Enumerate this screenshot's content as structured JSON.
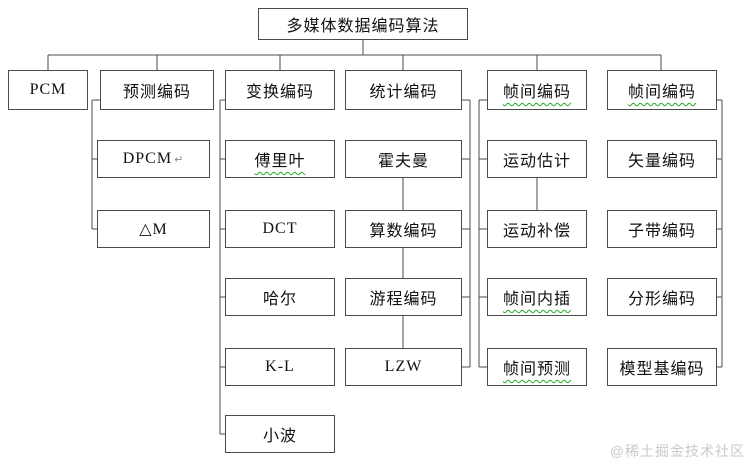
{
  "root": {
    "label": "多媒体数据编码算法"
  },
  "watermark": "@稀土掘金技术社区",
  "colors": {
    "line": "#4b4b4b",
    "box_border": "#4b4b4b",
    "spellcheck_underline": "#1faa1f",
    "watermark_text": "#c9c9c9",
    "text": "#111111",
    "background": "#ffffff"
  },
  "columns": [
    {
      "header": {
        "label": "PCM"
      },
      "children": []
    },
    {
      "header": {
        "label": "预测编码"
      },
      "children": [
        {
          "label": "DPCM",
          "mark": "↵"
        },
        {
          "label": "△M"
        }
      ]
    },
    {
      "header": {
        "label": "变换编码"
      },
      "children": [
        {
          "label": "傅里叶",
          "spellcheck": true
        },
        {
          "label": "DCT"
        },
        {
          "label": "哈尔"
        },
        {
          "label": "K-L"
        },
        {
          "label": "小波"
        }
      ]
    },
    {
      "header": {
        "label": "统计编码"
      },
      "children": [
        {
          "label": "霍夫曼"
        },
        {
          "label": "算数编码"
        },
        {
          "label": "游程编码"
        },
        {
          "label": "LZW"
        }
      ]
    },
    {
      "header": {
        "label": "帧间编码",
        "spellcheck": true
      },
      "children": [
        {
          "label": "运动估计"
        },
        {
          "label": "运动补偿"
        },
        {
          "label": "帧间内插",
          "spellcheck": true
        },
        {
          "label": "帧间预测",
          "spellcheck": true
        }
      ]
    },
    {
      "header": {
        "label": "帧间编码",
        "spellcheck": true
      },
      "children": [
        {
          "label": "矢量编码"
        },
        {
          "label": "子带编码"
        },
        {
          "label": "分形编码"
        },
        {
          "label": "模型基编码"
        }
      ]
    }
  ]
}
